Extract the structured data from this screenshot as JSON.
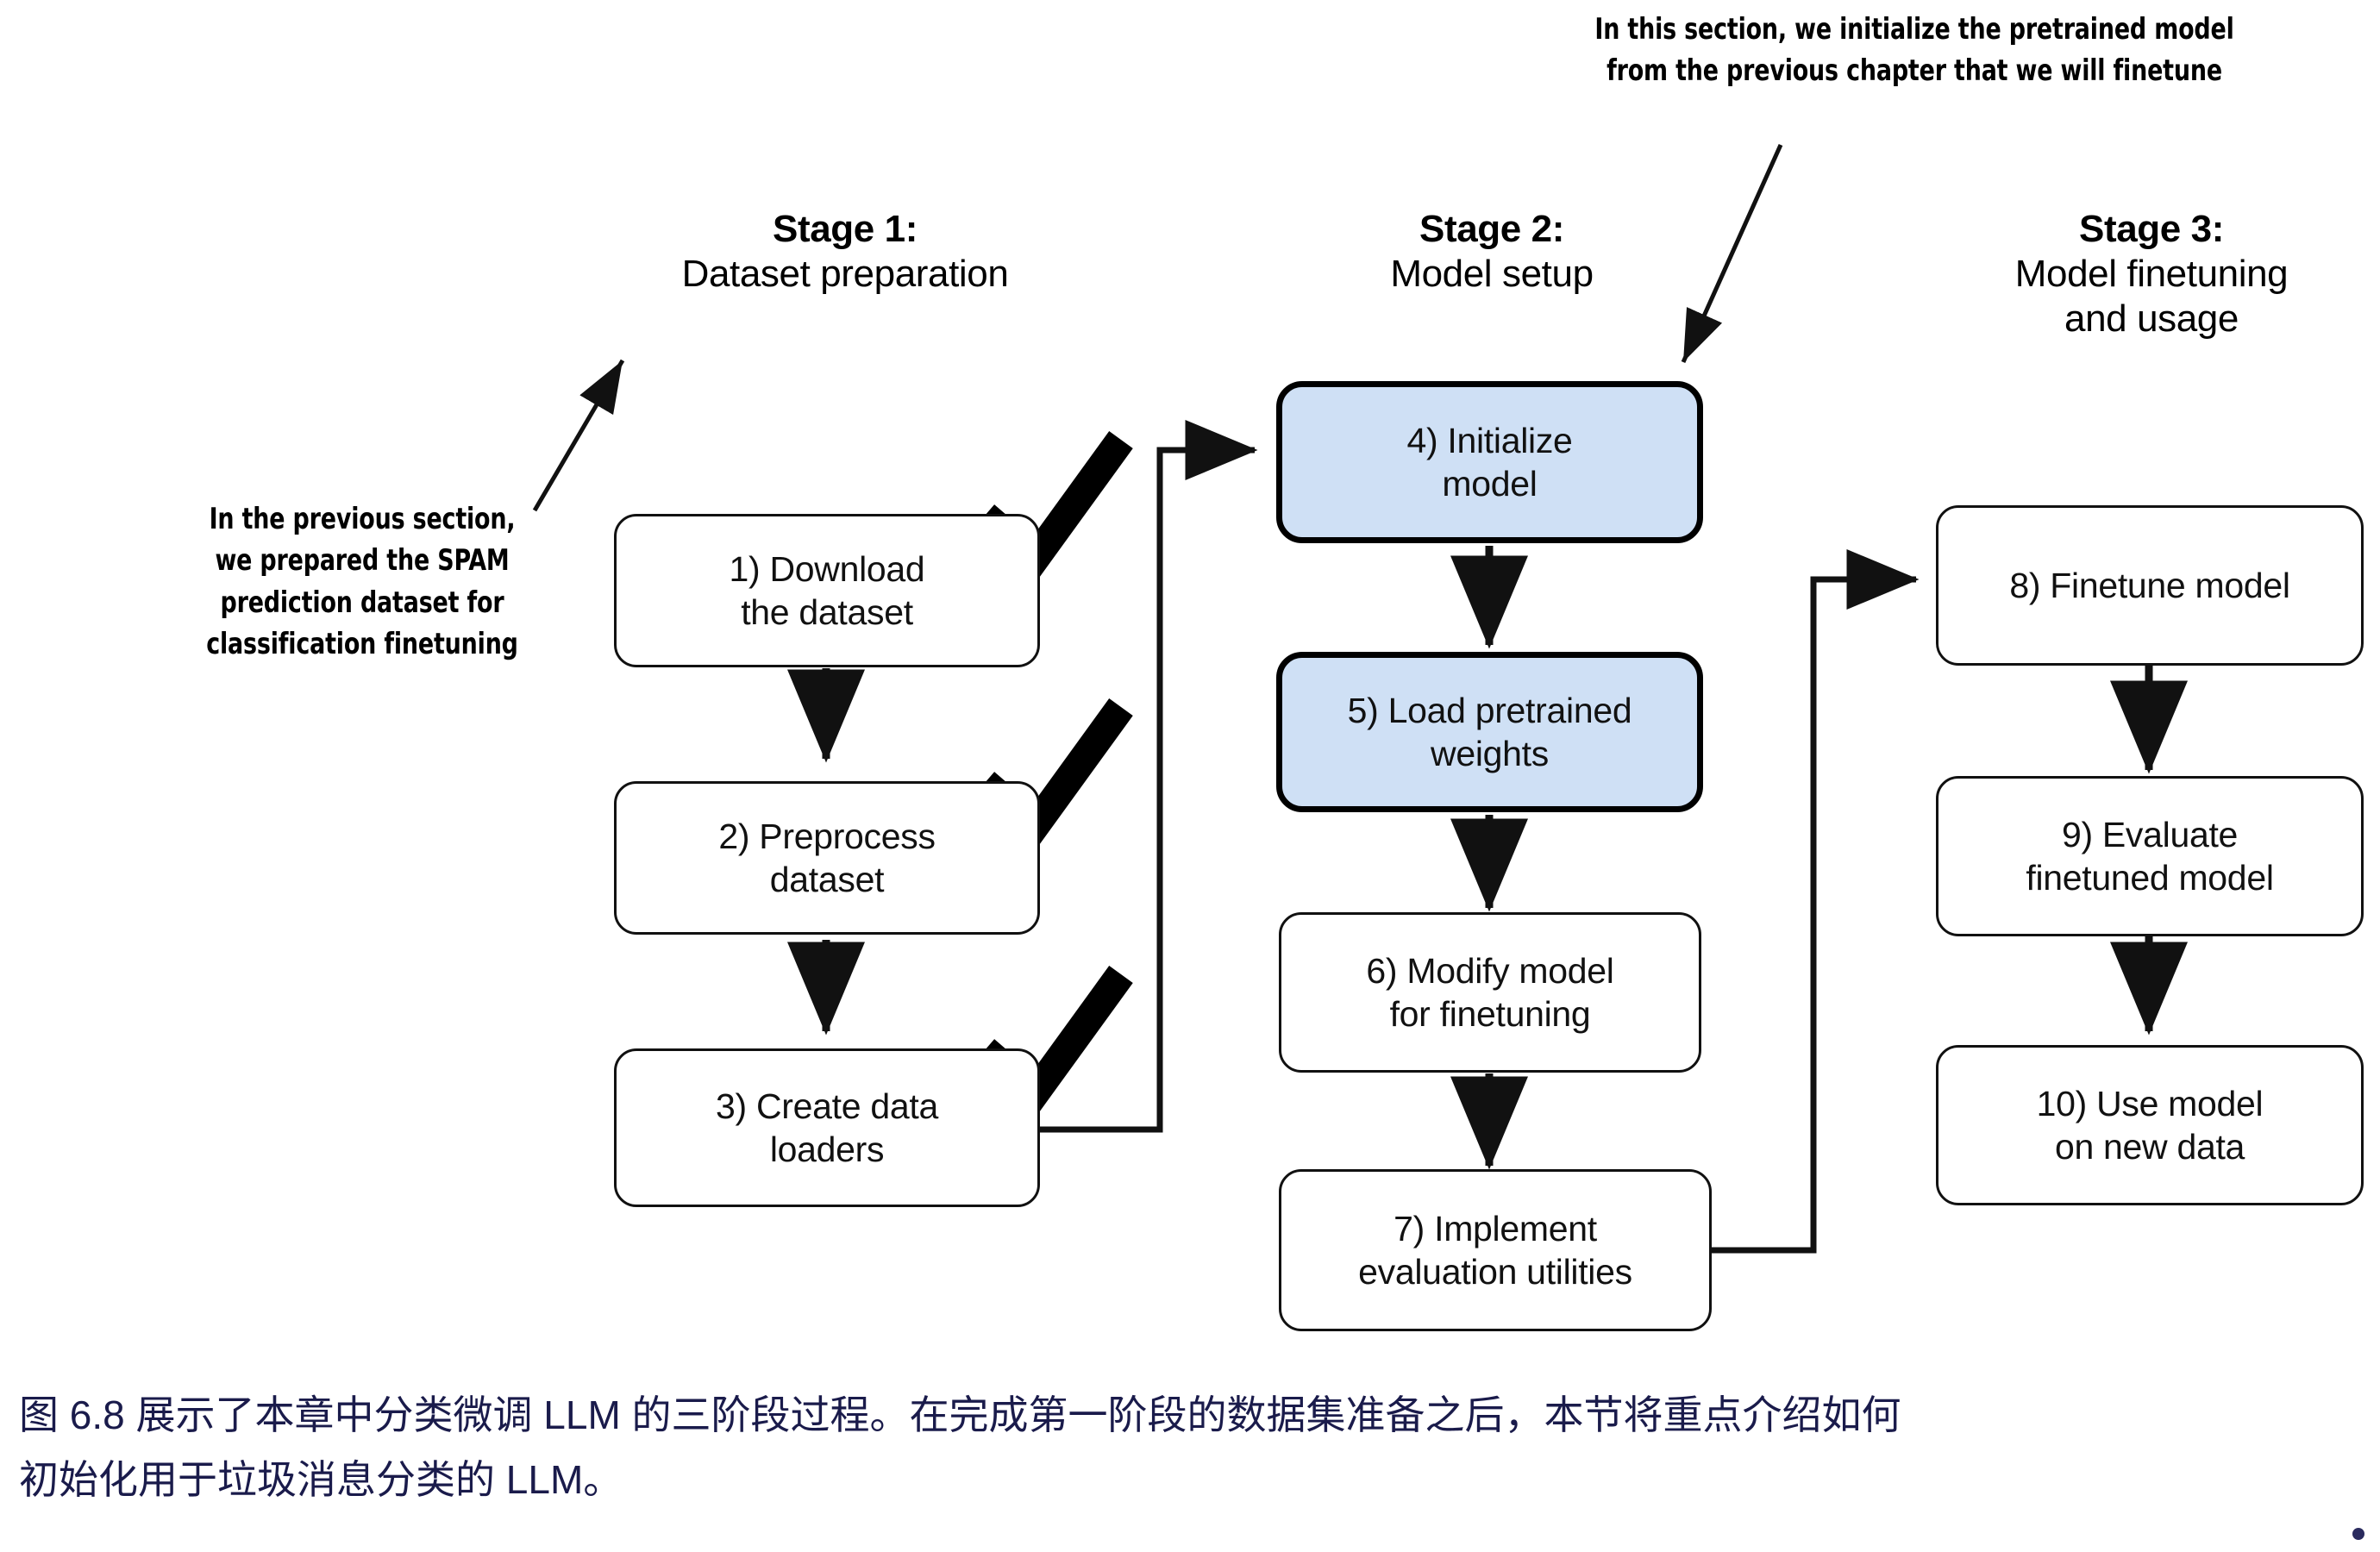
{
  "figure": {
    "title_id": "6.8",
    "stages": [
      {
        "id": "stage-1",
        "heading": "Stage 1:",
        "subheading": "Dataset preparation"
      },
      {
        "id": "stage-2",
        "heading": "Stage 2:",
        "subheading": "Model setup"
      },
      {
        "id": "stage-3",
        "heading": "Stage 3:",
        "subheading_line1": "Model finetuning",
        "subheading_line2": "and usage"
      }
    ],
    "nodes": [
      {
        "id": "node-1",
        "line1": "1) Download",
        "line2": "the dataset",
        "highlight": false,
        "checked": true
      },
      {
        "id": "node-2",
        "line1": "2) Preprocess",
        "line2": "dataset",
        "highlight": false,
        "checked": true
      },
      {
        "id": "node-3",
        "line1": "3) Create data",
        "line2": "loaders",
        "highlight": false,
        "checked": true
      },
      {
        "id": "node-4",
        "line1": "4) Initialize",
        "line2": "model",
        "highlight": true,
        "checked": false
      },
      {
        "id": "node-5",
        "line1": "5) Load pretrained",
        "line2": "weights",
        "highlight": true,
        "checked": false
      },
      {
        "id": "node-6",
        "line1": "6) Modify model",
        "line2": "for finetuning",
        "highlight": false,
        "checked": false
      },
      {
        "id": "node-7",
        "line1": "7) Implement",
        "line2": "evaluation utilities",
        "highlight": false,
        "checked": false
      },
      {
        "id": "node-8",
        "line1": "8) Finetune model",
        "line2": "",
        "highlight": false,
        "checked": false
      },
      {
        "id": "node-9",
        "line1": "9) Evaluate",
        "line2": "finetuned model",
        "highlight": false,
        "checked": false
      },
      {
        "id": "node-10",
        "line1": "10) Use model",
        "line2": "on new data",
        "highlight": false,
        "checked": false
      }
    ],
    "annotations": {
      "top_right": {
        "line1": "In this section, we initialize the pretrained model",
        "line2": "from the previous chapter that we will finetune"
      },
      "left": {
        "line1": "In the previous section,",
        "line2": "we prepared the SPAM",
        "line3": "prediction dataset for",
        "line4": "classification finetuning"
      }
    },
    "colors": {
      "highlight_fill": "#cfe0f5",
      "stroke": "#111111",
      "caption_text": "#1a1b4b"
    }
  },
  "caption": {
    "line1": "图 6.8 展示了本章中分类微调 LLM 的三阶段过程。在完成第一阶段的数据集准备之后，本节将重点介绍如何",
    "line2": "初始化用于垃圾消息分类的 LLM。"
  }
}
